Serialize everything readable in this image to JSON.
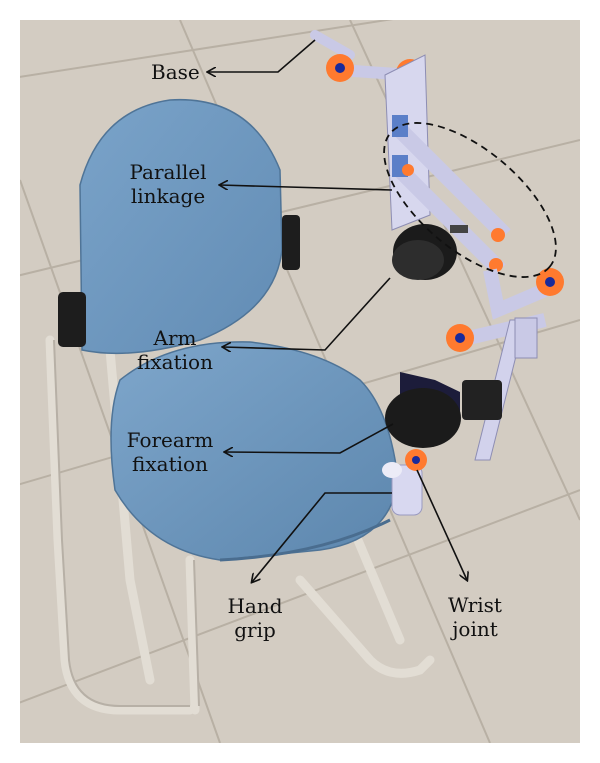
{
  "labels": {
    "base": "Base",
    "parallel_linkage": "Parallel\nlinkage",
    "arm_fixation": "Arm\nfixation",
    "forearm_fixation": "Forearm\nfixation",
    "hand_grip": "Hand\ngrip",
    "wrist_joint": "Wrist\njoint"
  },
  "colors": {
    "floor": "#d3ccc2",
    "floor_lines": "#b9b1a6",
    "seat": "#6f9ac0",
    "seat_shadow": "#5b83a8",
    "frame": "#d9d3c9",
    "robot_link": "#c9c9e6",
    "joint": "#ff7a2f",
    "joint_center": "#1a2a9a",
    "cuff": "#1b1b1b",
    "line": "#111111"
  }
}
